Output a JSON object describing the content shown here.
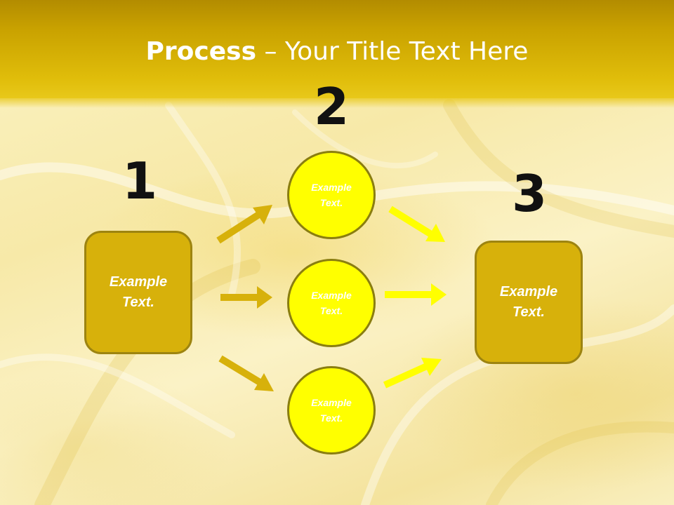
{
  "title": {
    "bold": "Process",
    "rest": " – Your Title Text Here"
  },
  "steps": {
    "one": {
      "number": "1",
      "box_text": "Example Text."
    },
    "two": {
      "number": "2",
      "circles": [
        "Example Text.",
        "Example Text.",
        "Example Text."
      ]
    },
    "three": {
      "number": "3",
      "box_text": "Example Text."
    }
  },
  "colors": {
    "title_band": "#c9a200",
    "box_fill": "#d7b10b",
    "box_border": "#9d8410",
    "circle_fill": "#ffff00",
    "circle_border": "#8a7e10",
    "arrow_left": "#d7b10b",
    "arrow_right": "#ffff00",
    "number_color": "#111111"
  }
}
